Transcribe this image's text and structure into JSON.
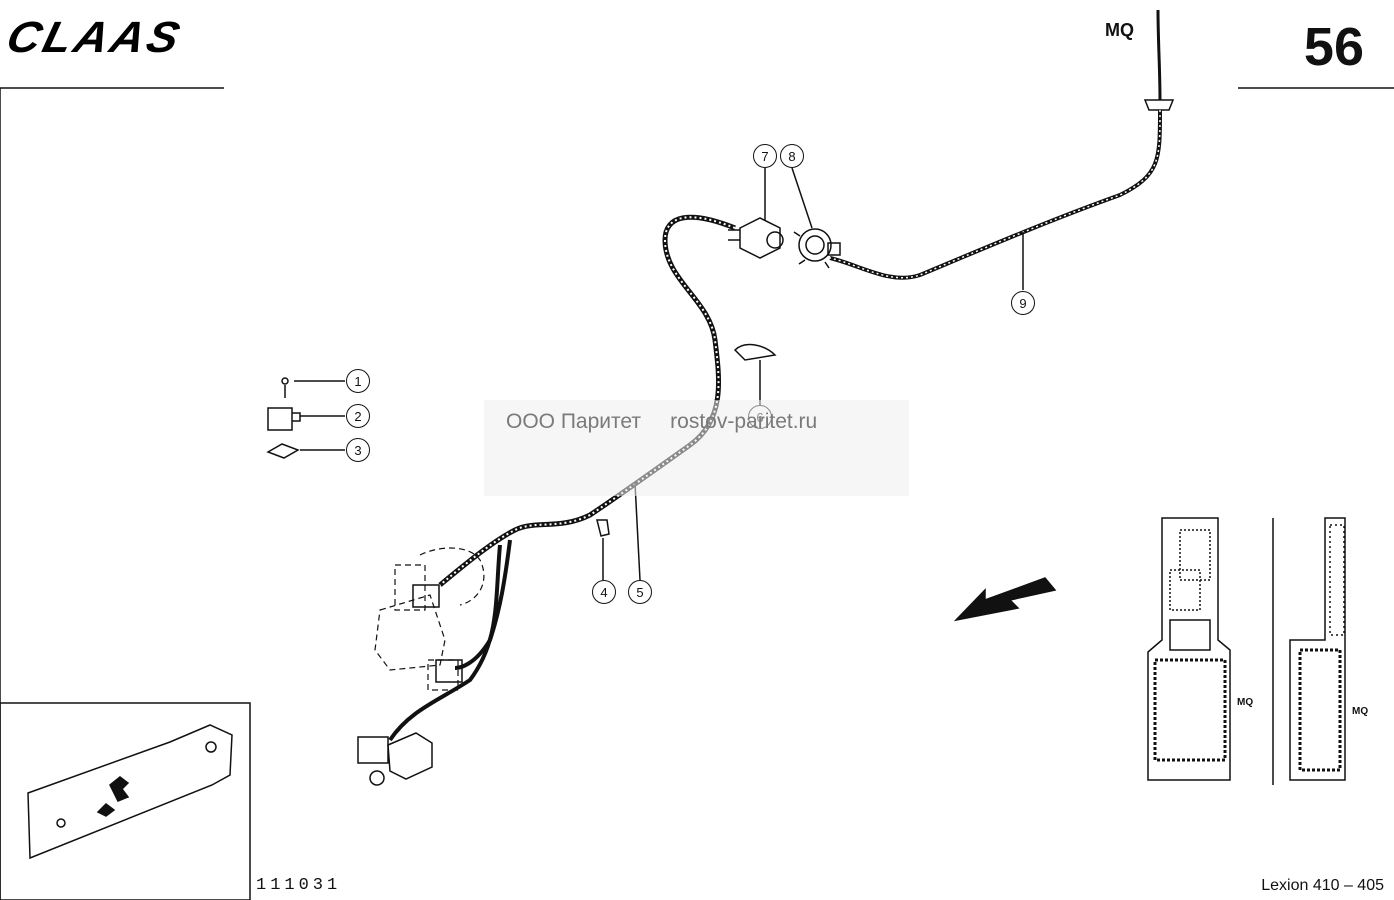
{
  "header": {
    "brand": "CLAAS",
    "code": "MQ",
    "page_number": "56"
  },
  "footer": {
    "drawing_number": "111031",
    "model": "Lexion 410 – 405"
  },
  "watermark": "ООО Паритет     rostov-paritet.ru",
  "callouts": [
    {
      "label": "1",
      "part": "screw"
    },
    {
      "label": "2",
      "part": "connector-housing"
    },
    {
      "label": "3",
      "part": "seal-plate"
    },
    {
      "label": "4",
      "part": "cable-clip"
    },
    {
      "label": "5",
      "part": "wiring-harness"
    },
    {
      "label": "6",
      "part": "cable-tie"
    },
    {
      "label": "7",
      "part": "plug"
    },
    {
      "label": "8",
      "part": "socket"
    },
    {
      "label": "9",
      "part": "cable"
    }
  ],
  "location_panel": {
    "labels": [
      "MQ",
      "MQ"
    ]
  },
  "colors": {
    "line": "#111111",
    "watermark": "#7a7a7a"
  }
}
